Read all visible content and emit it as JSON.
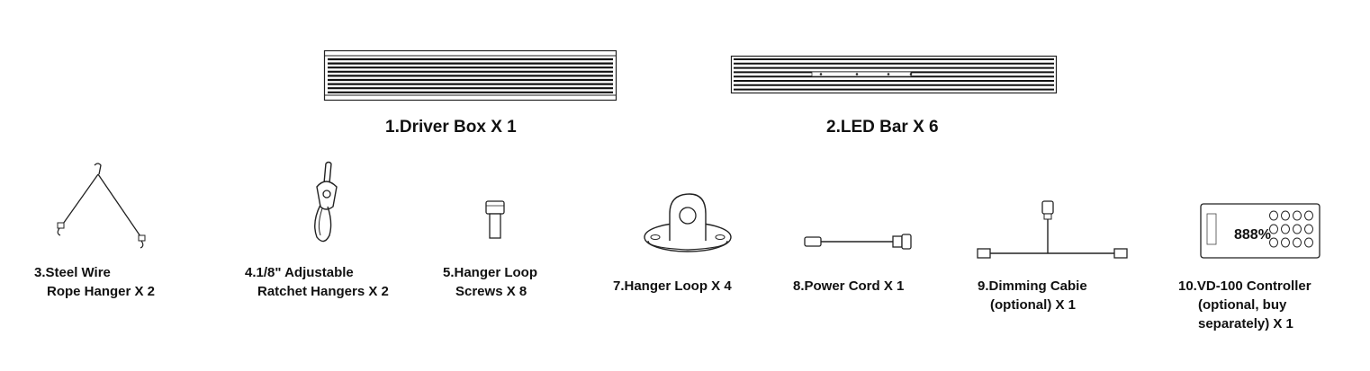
{
  "items": {
    "driver_box": {
      "label": "1.Driver Box X 1"
    },
    "led_bar": {
      "label": "2.LED Bar X 6"
    },
    "steel_wire": {
      "line1": "3.Steel Wire",
      "line2": "Rope Hanger X 2"
    },
    "ratchet": {
      "line1": "4.1/8\" Adjustable",
      "line2": "Ratchet Hangers X 2"
    },
    "screws": {
      "line1": "5.Hanger Loop",
      "line2": "Screws X 8"
    },
    "hanger_loop": {
      "label": "7.Hanger Loop X 4"
    },
    "power_cord": {
      "label": "8.Power Cord X 1"
    },
    "dimming": {
      "line1": "9.Dimming Cabie",
      "line2": "(optional) X 1"
    },
    "controller": {
      "line1": "10.VD-100 Controller",
      "line2": "(optional, buy",
      "line3": "separately) X 1",
      "display": "888%"
    }
  }
}
